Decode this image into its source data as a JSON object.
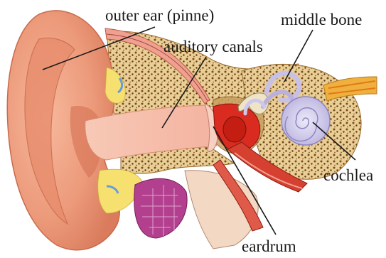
{
  "labels": {
    "outer_ear": "outer ear (pinne)",
    "middle_bone": "middle bone",
    "auditory_canals": "auditory canals",
    "cochlea": "cochlea",
    "eardrum": "eardrum"
  },
  "colors": {
    "skin": "#f2a98c",
    "skin_dark": "#d9785a",
    "canal": "#f7c7b3",
    "bone": "#e8c98a",
    "bone_spots": "#7a4a1e",
    "eardrum_red": "#d92b1f",
    "cochlea": "#c9c3e6",
    "nerve": "#f0b040",
    "tissue_purple": "#b3408f",
    "yellow_fat": "#f5e070",
    "leader_line": "#1a1a1a"
  }
}
